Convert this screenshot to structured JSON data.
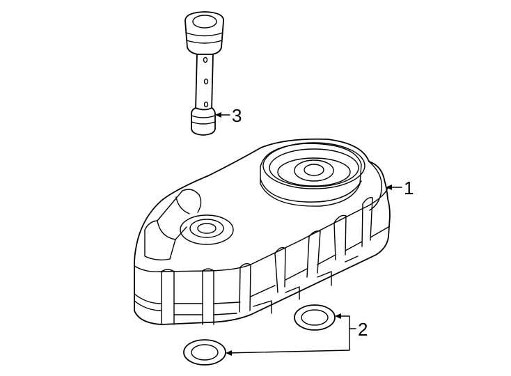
{
  "diagram": {
    "type": "exploded-parts-diagram",
    "background": "#ffffff",
    "line_color": "#000000",
    "parts": [
      {
        "id": "part-1",
        "callout": "1",
        "description": "oil pan with ribs and drain plug boss"
      },
      {
        "id": "part-2",
        "callout": "2",
        "description": "gasket / seal washers (2 shown)"
      },
      {
        "id": "part-3",
        "callout": "3",
        "description": "filler tube / dipstick tube"
      }
    ]
  },
  "labels": {
    "one": "1",
    "two": "2",
    "three": "3"
  }
}
